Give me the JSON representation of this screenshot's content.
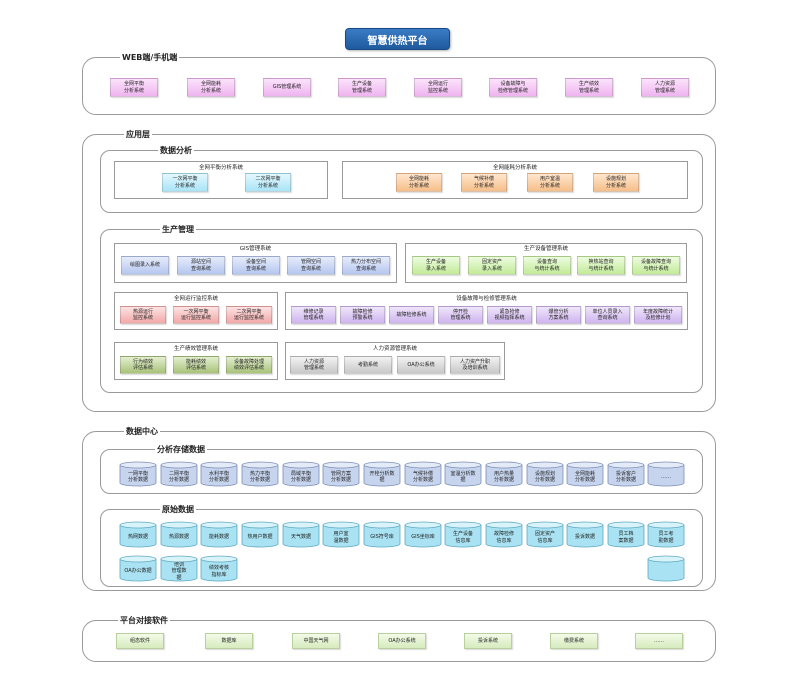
{
  "title": "智慧供热平台",
  "web": {
    "label": "WEB端/手机端",
    "items": [
      "全网平衡\n分析系统",
      "全网能耗\n分析系统",
      "GIS管理系统",
      "生产设备\n管理系统",
      "全网运行\n监控系统",
      "设备故障与\n检修管理系统",
      "生产绩效\n管理系统",
      "人力资源\n管理系统"
    ]
  },
  "app": {
    "label": "应用层",
    "analysis": {
      "label": "数据分析",
      "balance": {
        "label": "全网平衡分析系统",
        "items": [
          "一次网平衡\n分析系统",
          "二次网平衡\n分析系统"
        ]
      },
      "energy": {
        "label": "全网能耗分析系统",
        "items": [
          "全网能耗\n分析系统",
          "气候补偿\n分析系统",
          "用户室温\n分析系统",
          "设施规划\n分析系统"
        ]
      }
    },
    "production": {
      "label": "生产管理",
      "gis": {
        "label": "GIS管理系统",
        "items": [
          "绘图录入系统",
          "源站空间\n查询系统",
          "设备空间\n查询系统",
          "管网空间\n查询系统",
          "热力分布空间\n查询系统"
        ]
      },
      "equipment": {
        "label": "生产设备管理系统",
        "items": [
          "生产设备\n录入系统",
          "固定资产\n录入系统",
          "设备查询\n与统计系统",
          "换热站查询\n与统计系统",
          "设备故障查询\n与统计系统"
        ]
      },
      "monitor": {
        "label": "全网运行监控系统",
        "items": [
          "热源运行\n监控系统",
          "一次网平衡\n运行监控系统",
          "二次网平衡\n运行监控系统"
        ]
      },
      "fault": {
        "label": "设备故障与检修管理系统",
        "items": [
          "维修记录\n管理系统",
          "故障检修\n预警系统",
          "故障检修系统",
          "停开检\n管理系统",
          "紧急抢修\n视频指挥系统",
          "爆管分析\n方案系统",
          "单位人员录入\n查询系统",
          "年度故障统计\n及检修计划"
        ]
      },
      "performance": {
        "label": "生产绩效管理系统",
        "items": [
          "行为绩效\n评估系统",
          "能耗绩效\n评估系统",
          "设备故障处理\n绩效评估系统"
        ]
      },
      "hr": {
        "label": "人力资源管理系统",
        "items": [
          "人力资源\n管理系统",
          "考勤系统",
          "OA办公系统",
          "人力资产升职\n及培训系统"
        ]
      }
    }
  },
  "datacenter": {
    "label": "数据中心",
    "storage": {
      "label": "分析存储数据",
      "items": [
        "一网平衡\n分析数据",
        "二网平衡\n分析数据",
        "水利平衡\n分析数据",
        "热力平衡\n分析数据",
        "局域平衡\n分析数据",
        "管网方案\n分析数据",
        "开栓分析数\n据",
        "气候补偿\n分析数据",
        "室温分析数\n据",
        "用户热量\n分析数据",
        "设施规划\n分析数据",
        "全网能耗\n分析数据",
        "投诉客户\n分析数据",
        "……"
      ]
    },
    "raw": {
      "label": "原始数据",
      "row1": [
        "热网数据",
        "热源数据",
        "能耗数据",
        "热用户数据",
        "天气数据",
        "用户室\n温数据",
        "GIS符号库",
        "GIS坐标库",
        "生产设备\n信息库",
        "故障检修\n信息库",
        "固定资产\n信息库",
        "投诉数据",
        "员工档\n案数据",
        "员工考\n勤数据"
      ],
      "row2": [
        "OA办公数据",
        "培训\n管理数\n据",
        "绩效考核\n指标库"
      ],
      "more": ""
    }
  },
  "external": {
    "label": "平台对接软件",
    "items": [
      "组态软件",
      "数据库",
      "中国天气网",
      "OA办公系统",
      "投诉系统",
      "缴费系统",
      "……"
    ]
  }
}
